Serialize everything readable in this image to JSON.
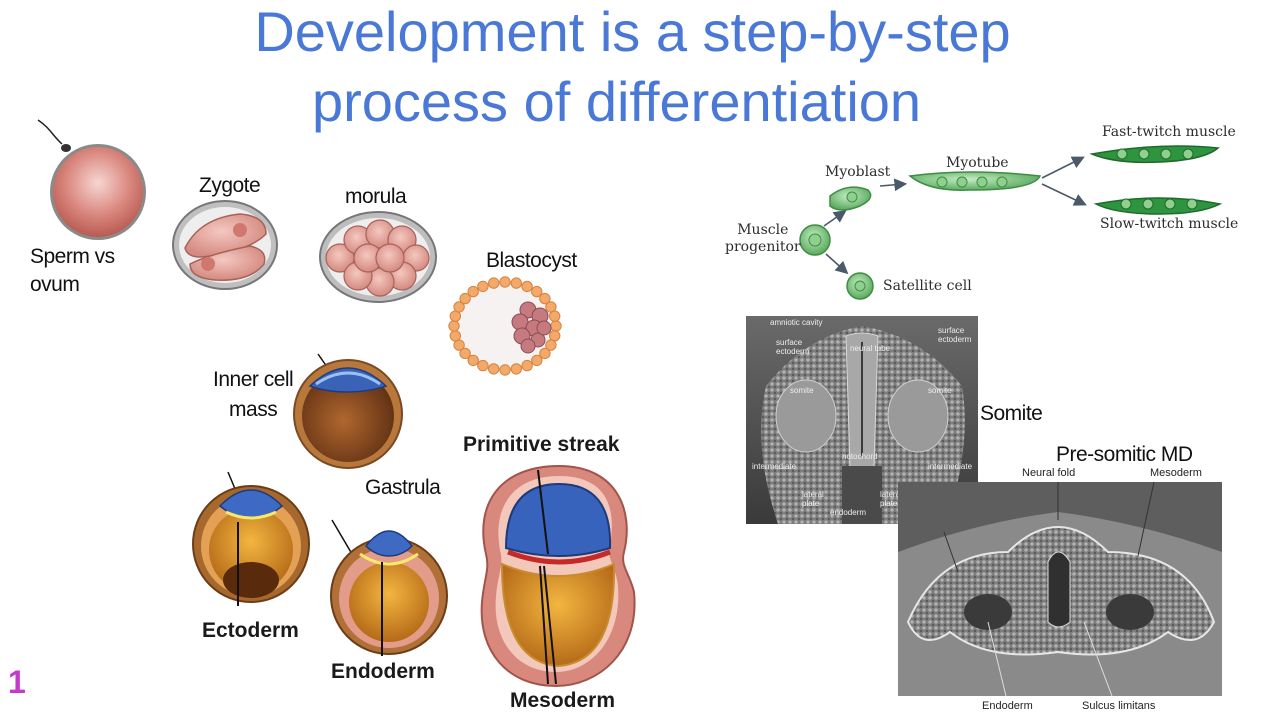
{
  "slide": {
    "title_line1": "Development is a step-by-step",
    "title_line2": "process of differentiation",
    "page_number": "1"
  },
  "stages": {
    "sperm_ovum": [
      "Sperm vs",
      "ovum"
    ],
    "zygote": "Zygote",
    "morula": "morula",
    "blastocyst": "Blastocyst",
    "inner_cell_mass": [
      "Inner cell",
      "mass"
    ],
    "gastrula": "Gastrula"
  },
  "germ_layers": {
    "primitive_streak": "Primitive streak",
    "ectoderm": "Ectoderm",
    "endoderm": "Endoderm",
    "mesoderm": "Mesoderm"
  },
  "muscle_diagram": {
    "muscle_progenitor": [
      "Muscle",
      "progenitor"
    ],
    "myoblast": "Myoblast",
    "myotube": "Myotube",
    "fast_twitch": "Fast-twitch muscle",
    "slow_twitch": "Slow-twitch muscle",
    "satellite_cell": "Satellite cell"
  },
  "micrograph_top": {
    "amniotic_cavity": "amniotic cavity",
    "surface_ectoderm_l": [
      "surface",
      "ectoderm"
    ],
    "neural_tube": "neural tube",
    "surface_ectoderm_r": [
      "surface",
      "ectoderm"
    ],
    "somite_l": "somite",
    "somite_r": "somite",
    "notochord": "notochord",
    "intermediate_l": "intermediate",
    "intermediate_r": "intermediate",
    "lateral_plate_l": [
      "lateral",
      "plate"
    ],
    "lateral_plate_r": [
      "lateral",
      "plate"
    ],
    "endoderm": "endoderm"
  },
  "micrograph_bottom": {
    "neural_fold": "Neural fold",
    "mesoderm": "Mesoderm",
    "endoderm": "Endoderm",
    "sulcus_limitans": "Sulcus limitans"
  },
  "callouts": {
    "somite": "Somite",
    "pre_somitic_md": "Pre-somitic MD"
  },
  "colors": {
    "title": "#4a78d6",
    "page_number": "#c43ac9",
    "cell_pink": "#e8a49c",
    "muscle_green": "#5dbb63"
  }
}
